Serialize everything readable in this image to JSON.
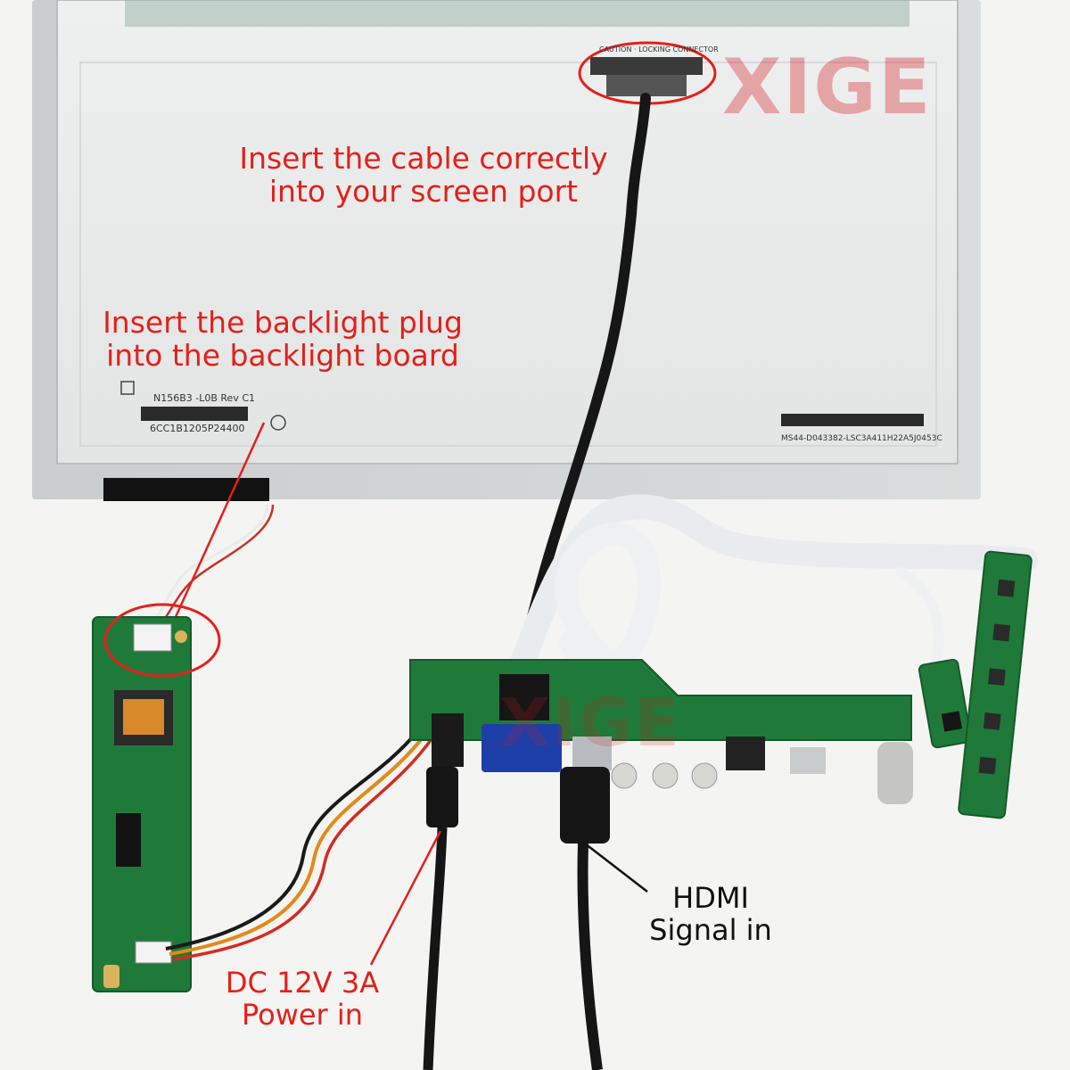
{
  "annotations": {
    "cable": {
      "line1": "Insert the cable correctly",
      "line2": "into your screen port"
    },
    "backlight": {
      "line1": "Insert the backlight plug",
      "line2": "into the backlight board"
    },
    "hdmi": {
      "line1": "HDMI",
      "line2": "Signal in"
    },
    "dc": {
      "line1": "DC 12V 3A",
      "line2": "Power in"
    }
  },
  "watermark": {
    "text": "XIGE"
  },
  "panel_labels": {
    "model": "N156B3 -L0B   Rev C1",
    "serial": "6CC1B1205P24400",
    "code": "MS44-D043382-LSC3A411H22A5J0453C",
    "connector": "CAUTION · LOCKING CONNECTOR"
  },
  "colors": {
    "annotation_red": "#e3201b",
    "pcb_green": "#1f7a3a",
    "panel_gray": "#d9dcdc"
  }
}
